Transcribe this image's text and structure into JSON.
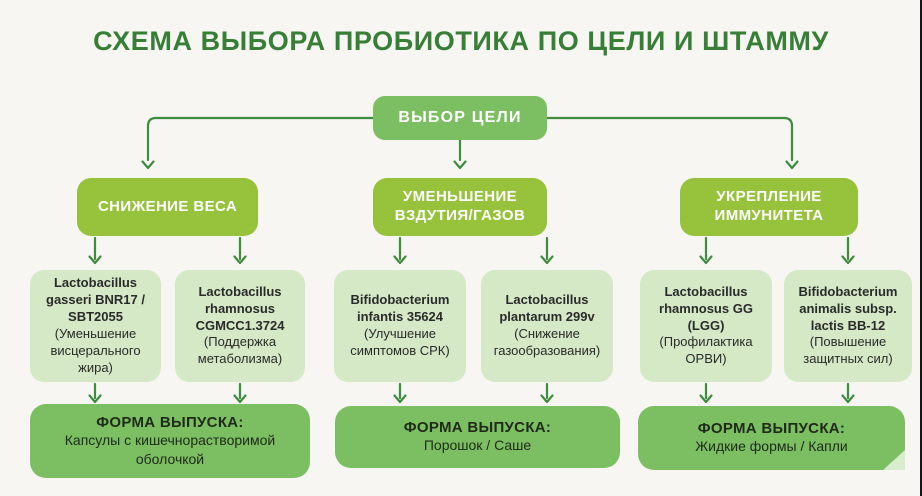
{
  "title": "СХЕМА ВЫБОРА ПРОБИОТИКА ПО ЦЕЛИ И ШТАММУ",
  "root": {
    "label": "ВЫБОР ЦЕЛИ"
  },
  "branches": [
    {
      "goal": "СНИЖЕНИЕ ВЕСА",
      "strains": [
        {
          "name": "Lactobacillus gasseri BNR17 / SBT2055",
          "benefit": "(Уменьшение висцерального жира)"
        },
        {
          "name": "Lactobacillus rhamnosus CGMCC1.3724",
          "benefit": "(Поддержка метаболизма)"
        }
      ],
      "form": {
        "heading": "ФОРМА ВЫПУСКА:",
        "value": "Капсулы с кишечнорастворимой оболочкой"
      }
    },
    {
      "goal": "УМЕНЬШЕНИЕ ВЗДУТИЯ/ГАЗОВ",
      "strains": [
        {
          "name": "Bifidobacterium infantis 35624",
          "benefit": "(Улучшение симптомов СРК)"
        },
        {
          "name": "Lactobacillus plantarum 299v",
          "benefit": "(Снижение газообразования)"
        }
      ],
      "form": {
        "heading": "ФОРМА ВЫПУСКА:",
        "value": "Порошок / Саше"
      }
    },
    {
      "goal": "УКРЕПЛЕНИЕ ИММУНИТЕТА",
      "strains": [
        {
          "name": "Lactobacillus rhamnosus GG (LGG)",
          "benefit": "(Профилактика ОРВИ)"
        },
        {
          "name": "Bifidobacterium animalis subsp. lactis BB-12",
          "benefit": "(Повышение защитных сил)"
        }
      ],
      "form": {
        "heading": "ФОРМА ВЫПУСКА:",
        "value": "Жидкие формы / Капли"
      }
    }
  ],
  "colors": {
    "background": "#F7F6F3",
    "title_green": "#377F36",
    "node_green": "#7CBE62",
    "goal_green": "#97C23C",
    "strain_light_green": "#D5E9C7",
    "connector_green": "#3F8C3F",
    "dark_text": "#2A2A2A"
  }
}
